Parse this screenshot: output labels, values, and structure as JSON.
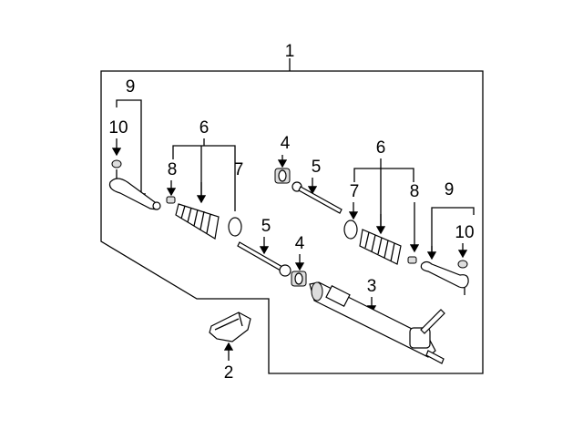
{
  "diagram": {
    "callouts": {
      "c1": "1",
      "c2": "2",
      "c3": "3",
      "c4a": "4",
      "c4b": "4",
      "c5a": "5",
      "c5b": "5",
      "c6a": "6",
      "c6b": "6",
      "c7a": "7",
      "c7b": "7",
      "c8a": "8",
      "c8b": "8",
      "c9a": "9",
      "c9b": "9",
      "c10a": "10",
      "c10b": "10"
    }
  }
}
